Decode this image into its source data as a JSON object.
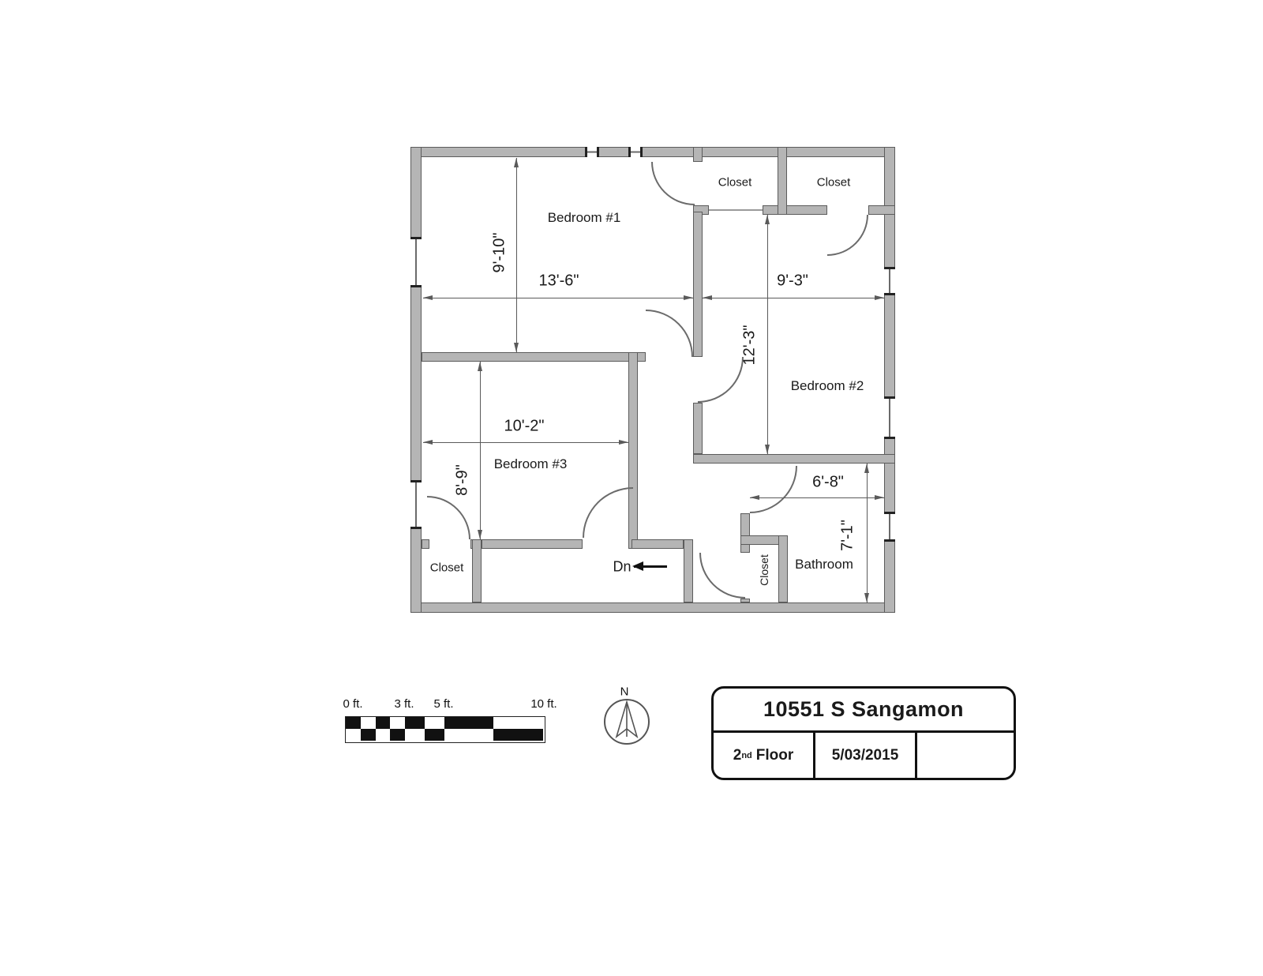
{
  "plan": {
    "rooms": {
      "bedroom1": "Bedroom #1",
      "bedroom2": "Bedroom #2",
      "bedroom3": "Bedroom #3",
      "bathroom": "Bathroom",
      "closet_top_left": "Closet",
      "closet_top_right": "Closet",
      "closet_bottom_left": "Closet",
      "closet_bath": "Closet",
      "stairs": "Dn"
    },
    "dimensions": {
      "bedroom1_depth": "9'-10\"",
      "bedroom1_width": "13'-6\"",
      "bedroom2_width": "9'-3\"",
      "bedroom2_depth": "12'-3\"",
      "bedroom3_width": "10'-2\"",
      "bedroom3_depth": "8'-9\"",
      "bathroom_width": "6'-8\"",
      "bathroom_depth": "7'-1\""
    }
  },
  "scale_bar": {
    "labels": [
      "0 ft.",
      "3 ft.",
      "5 ft.",
      "10 ft."
    ]
  },
  "compass": {
    "label": "N"
  },
  "title_block": {
    "address": "10551 S Sangamon",
    "floor_number": "2",
    "floor_suffix": "nd",
    "floor_word": "Floor",
    "date": "5/03/2015"
  }
}
